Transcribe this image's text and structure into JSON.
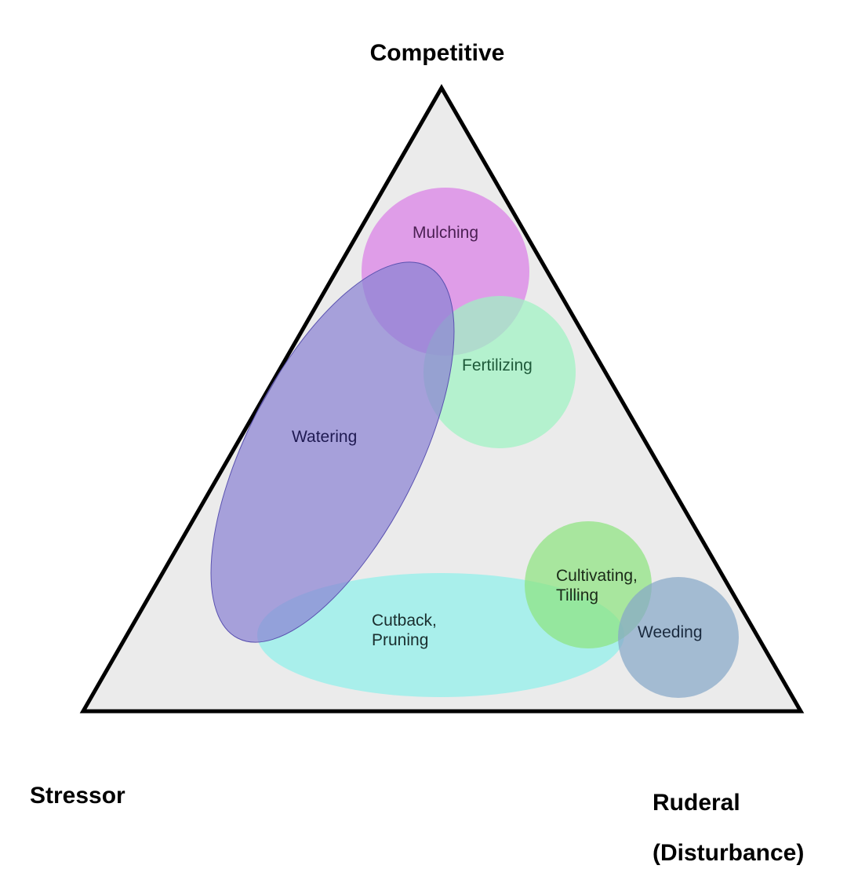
{
  "axes": {
    "top": "Competitive",
    "left": "Stressor",
    "right_line1": "Ruderal",
    "right_line2": "(Disturbance)"
  },
  "colors": {
    "triangle_fill": "#ebebeb",
    "triangle_stroke": "#000000"
  },
  "regions": [
    {
      "id": "mulching",
      "lines": [
        "Mulching"
      ],
      "fill": "#d97ee6",
      "text_color": "#4a1f52"
    },
    {
      "id": "fertilizing",
      "lines": [
        "Fertilizing"
      ],
      "fill": "#9ef2c2",
      "text_color": "#1e5a3a"
    },
    {
      "id": "watering",
      "lines": [
        "Watering"
      ],
      "fill": "#8a82d2",
      "text_color": "#1f1a52"
    },
    {
      "id": "cutback",
      "lines": [
        "Cutback,",
        "Pruning"
      ],
      "fill": "#8ff0ea",
      "text_color": "#1a2e2e"
    },
    {
      "id": "cultivating",
      "lines": [
        "Cultivating,",
        "Tilling"
      ],
      "fill": "#8ee37f",
      "text_color": "#1a2a18"
    },
    {
      "id": "weeding",
      "lines": [
        "Weeding"
      ],
      "fill": "#86a8c8",
      "text_color": "#1a2a3e"
    }
  ]
}
